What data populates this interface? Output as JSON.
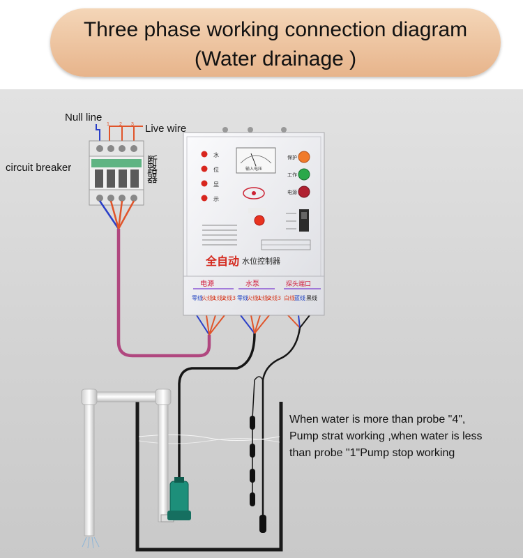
{
  "header": {
    "title": "Three phase working connection diagram",
    "subtitle": "(Water drainage )"
  },
  "labels": {
    "null_line": "Null line",
    "live_wire": "Live wire",
    "circuit_breaker": "circuit breaker",
    "breaker_cn": [
      "断",
      "路",
      "器"
    ]
  },
  "controller": {
    "brand_title": "全自动",
    "brand_subtitle": "水位控制器",
    "level_chars": [
      "水",
      "位",
      "显",
      "示"
    ],
    "meter_caption": "输入电压",
    "indicators": [
      "保护",
      "工作",
      "电源"
    ],
    "sections": {
      "power": "电源",
      "pump": "水泵",
      "probe": "探头端口"
    },
    "power_terminals": [
      "零线",
      "火线1",
      "火线2",
      "火线3"
    ],
    "pump_terminals": [
      "零线",
      "火线1",
      "火线2",
      "火线3"
    ],
    "probe_terminals": [
      "白线",
      "蓝线",
      "黑线"
    ]
  },
  "note": {
    "lines": [
      "When water is more than probe \"4\",",
      "Pump strat working ,when water is less",
      "than probe \"1\"Pump stop working"
    ]
  },
  "colors": {
    "title_pill": "#e7b48b",
    "cable_power": "#b0477f",
    "wire_live": "#e0542a",
    "wire_null": "#2a3fc8",
    "cable_black": "#151515",
    "pump_body": "#1d8f7a"
  }
}
